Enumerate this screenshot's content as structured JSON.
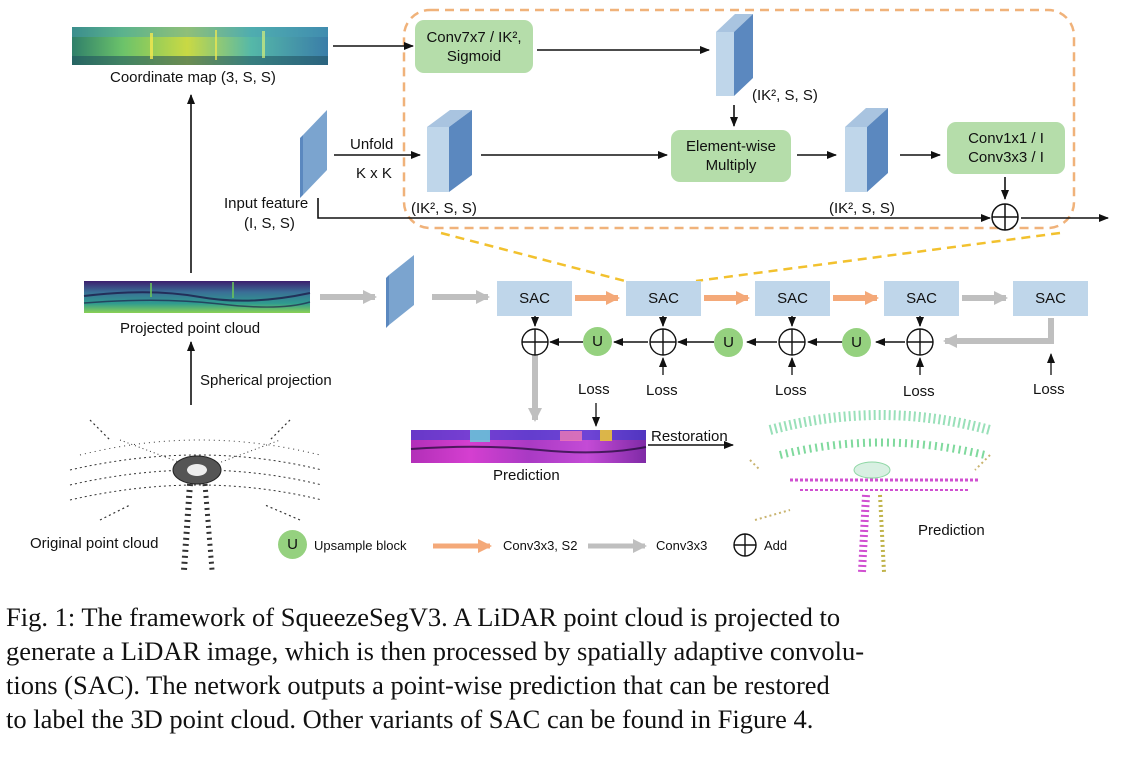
{
  "figure": {
    "coordinate_map_label": "Coordinate map (3, S, S)",
    "conv7_label": "Conv7x7 / IK², Sigmoid",
    "top_feature_dims": "(IK², S, S)",
    "input_feature_label": "Input feature",
    "input_feature_dims": "(I, S, S)",
    "unfold_label": "Unfold",
    "unfold_kernel": "K x K",
    "unfolded_dims": "(IK², S, S)",
    "multiply_label": "Element-wise Multiply",
    "product_dims": "(IK², S, S)",
    "conv_out_label": "Conv1x1 / I Conv3x3 / I",
    "projected_label": "Projected point cloud",
    "spherical_label": "Spherical projection",
    "original_label": "Original point cloud",
    "sac_labels": [
      "SAC",
      "SAC",
      "SAC",
      "SAC",
      "SAC"
    ],
    "upsample_letter": "U",
    "loss_label": "Loss",
    "prediction_label": "Prediction",
    "restoration_label": "Restoration",
    "prediction_3d_label": "Prediction",
    "legend": {
      "upsample": "Upsample block",
      "conv_s2": "Conv3x3, S2",
      "conv": "Conv3x3",
      "add": "Add"
    },
    "colors": {
      "green_box": "#b5ddaa",
      "sac_box": "#bfd6ea",
      "upsample_circle": "#95d17f",
      "orange_arrow": "#f4a979",
      "gray_arrow": "#bfbfbf",
      "dashed_outline": "#f0b27a",
      "yellow_dash": "#f2c12e"
    }
  },
  "caption": {
    "lines": [
      "Fig. 1: The framework of SqueezeSegV3. A LiDAR point cloud is projected to",
      "generate a LiDAR image, which is then processed by spatially adaptive convolu-",
      "tions (SAC). The network outputs a point-wise prediction that can be restored",
      "to label the 3D point cloud. Other variants of SAC can be found in Figure 4."
    ]
  }
}
